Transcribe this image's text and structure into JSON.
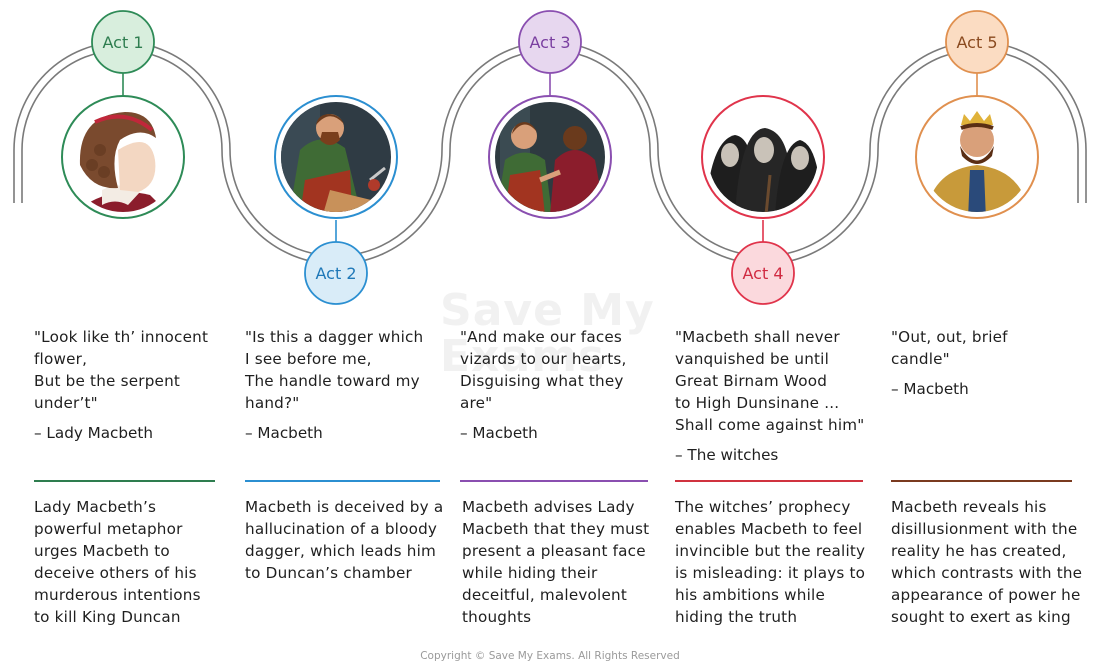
{
  "acts": [
    {
      "label": "Act 1",
      "ring": "#2e8b57",
      "fill": "#d8eedd",
      "text": "#2e7d4f",
      "quote": "\"Look like th’ innocent\nflower,\nBut be the serpent\nunder’t\"",
      "speaker": "– Lady Macbeth",
      "rule": "#2e7d4f",
      "description": "Lady Macbeth’s powerful metaphor urges Macbeth to deceive others of his murderous intentions to kill King Duncan"
    },
    {
      "label": "Act 2",
      "ring": "#2b8fd1",
      "fill": "#d9ecf8",
      "text": "#1f78b8",
      "quote": "\"Is this a dagger which\nI see before me,\nThe handle toward my\nhand?\"",
      "speaker": "– Macbeth",
      "rule": "#2b8fd1",
      "description": "Macbeth is deceived by a hallucination of a bloody dagger, which leads him to Duncan’s chamber"
    },
    {
      "label": "Act 3",
      "ring": "#8a4fb0",
      "fill": "#e7d7ef",
      "text": "#7a3fa0",
      "quote": "\"And make our faces\nvizards to our hearts,\nDisguising what they\nare\"",
      "speaker": "– Macbeth",
      "rule": "#8a4fb0",
      "description": "Macbeth advises Lady Macbeth that they must present a pleasant face while hiding their deceitful, malevolent thoughts"
    },
    {
      "label": "Act 4",
      "ring": "#e0344b",
      "fill": "#fbd9dd",
      "text": "#d02a41",
      "quote": "\"Macbeth shall never\nvanquished be until\nGreat Birnam Wood\nto High Dunsinane ...\nShall come against him\"",
      "speaker": "– The witches",
      "rule": "#d0323f",
      "description": "The witches’ prophecy enables Macbeth to feel invincible but the reality is misleading: it plays to his ambitions while hiding the truth"
    },
    {
      "label": "Act 5",
      "ring": "#e0904f",
      "fill": "#fbdcc2",
      "text": "#8a4a1f",
      "quote": "\"Out, out, brief\ncandle\"",
      "speaker": "– Macbeth",
      "rule": "#7a3a1f",
      "description": "Macbeth reveals his disillusionment with the reality he has created, which contrasts with the appearance of power he sought to exert as king"
    }
  ],
  "watermark": "Save My\nExams",
  "footer": "Copyright © Save My Exams. All Rights Reserved"
}
